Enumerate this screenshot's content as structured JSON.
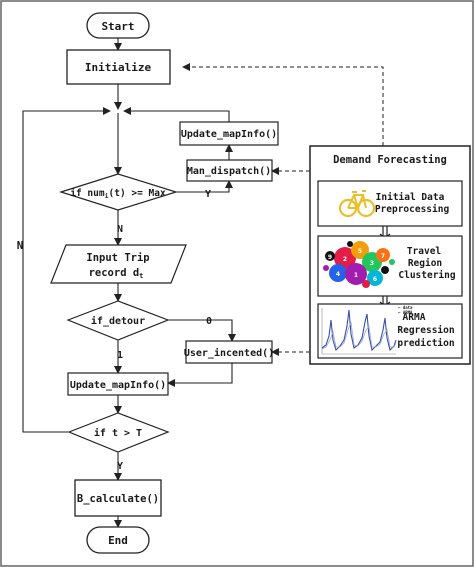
{
  "flowchart": {
    "start": "Start",
    "initialize": "Initialize",
    "update_mapinfo_top": "Update_mapInfo()",
    "man_dispatch": "Man_dispatch()",
    "decision_num": "if num",
    "decision_num_sub": "i",
    "decision_num_rest": "(t) >= Max",
    "decision_num_yes": "Y",
    "decision_num_no": "N",
    "input_line1": "Input Trip",
    "input_line2": "record d",
    "input_line2_sub": "t",
    "if_detour": "if_detour",
    "detour_zero": "0",
    "detour_one": "1",
    "user_incented": "User_incented()",
    "update_mapinfo_bottom": "Update_mapInfo()",
    "if_t": "if t > T",
    "loop_n": "N",
    "if_t_yes": "Y",
    "b_calculate": "B_calculate()",
    "end": "End"
  },
  "forecast": {
    "title": "Demand Forecasting",
    "step1_line1": "Initial Data",
    "step1_line2": "Preprocessing",
    "step2_line1": "Travel",
    "step2_line2": "Region",
    "step2_line3": "Clustering",
    "step3_line1": "ARMA",
    "step3_line2": "Regression",
    "step3_line3": "prediction",
    "cluster_numbers": [
      "2",
      "5",
      "3",
      "4",
      "1",
      "6",
      "7",
      "9"
    ],
    "chart_legend": [
      "— data",
      "— ARMA"
    ]
  },
  "colors": {
    "line": "#222222",
    "bicycle": "#e8c02c",
    "chart_series": "#3b4fa8",
    "cluster_colors": [
      "#e11d48",
      "#f59e0b",
      "#22c55e",
      "#2563eb",
      "#a21caf",
      "#06b6d4",
      "#111111",
      "#f97316"
    ]
  }
}
